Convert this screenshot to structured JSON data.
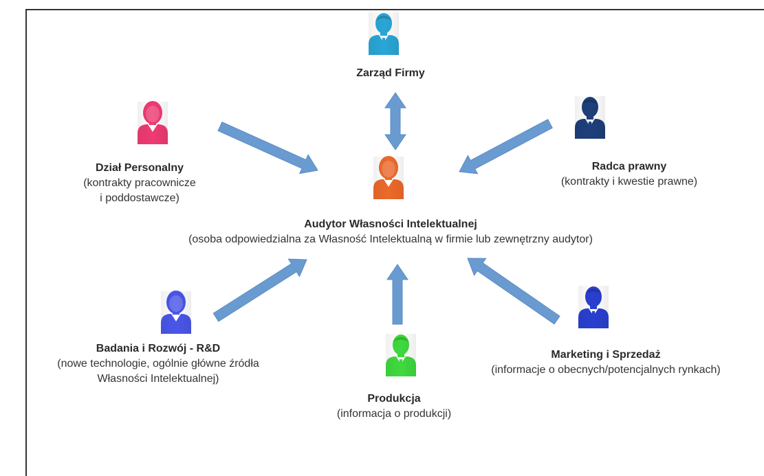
{
  "nodes": {
    "zarzad": {
      "title": "Zarząd Firmy",
      "color": "#2aa6d6"
    },
    "personalny": {
      "title": "Dział Personalny",
      "sub1": "(kontrakty pracownicze",
      "sub2": "i poddostawcze)",
      "color": "#ee3b73"
    },
    "radca": {
      "title": "Radca prawny",
      "sub1": "(kontrakty i kwestie prawne)",
      "color": "#1f3f7a"
    },
    "audytor": {
      "title": "Audytor Własności Intelektualnej",
      "sub1": "(osoba odpowiedzialna za Własność Intelektualną w firmie lub zewnętrzny audytor)",
      "color": "#ec6a2a"
    },
    "rd": {
      "title": "Badania i Rozwój - R&D",
      "sub1": "(nowe technologie, ogólnie główne źródła",
      "sub2": "Własności Intelektualnej)",
      "color": "#4a56e8"
    },
    "produkcja": {
      "title": "Produkcja",
      "sub1": "(informacja o produkcji)",
      "color": "#3fd93f"
    },
    "marketing": {
      "title": "Marketing i Sprzedaż",
      "sub1": "(informacje o obecnych/potencjalnych rynkach)",
      "color": "#2a3fcf"
    }
  },
  "arrow_color": "#6a9bd0"
}
